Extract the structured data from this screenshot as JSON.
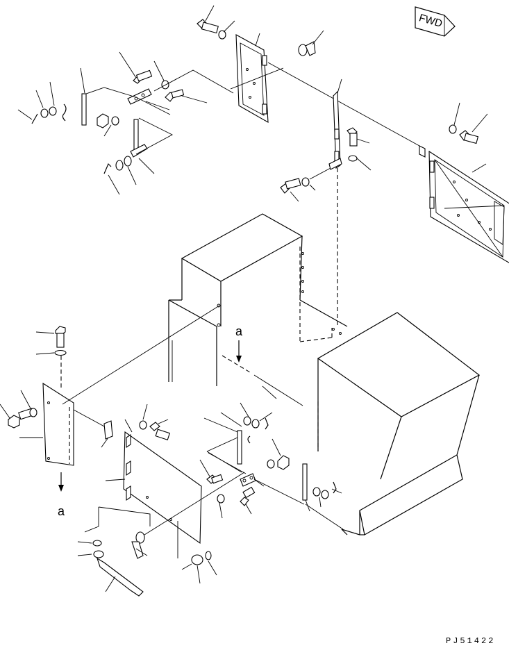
{
  "drawing": {
    "fwd_label": "FWD",
    "section_mark_a": "a",
    "drawing_number": "PJ51422"
  }
}
